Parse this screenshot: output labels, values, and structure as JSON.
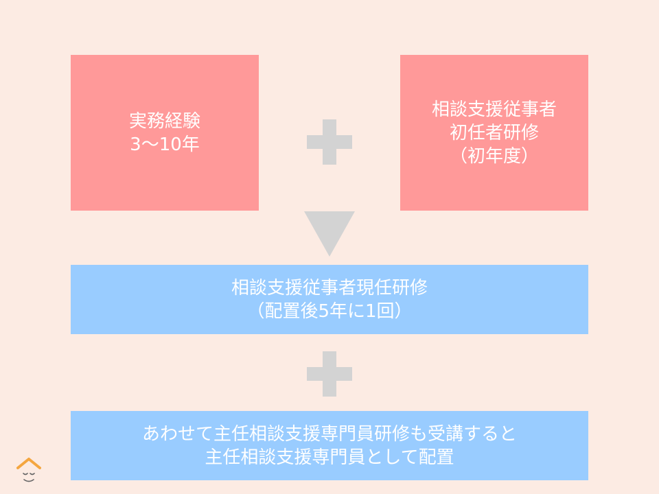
{
  "boxes": {
    "experience": {
      "lines": [
        "実務経験",
        "3～10年"
      ]
    },
    "initial_training": {
      "lines": [
        "相談支援従事者",
        "初任者研修",
        "（初年度）"
      ]
    },
    "current_training": {
      "lines": [
        "相談支援従事者現任研修",
        "（配置後5年に1回）"
      ]
    },
    "chief_specialist": {
      "lines": [
        "あわせて主任相談支援専門員研修も受講すると",
        "主任相談支援専門員として配置"
      ]
    }
  },
  "colors": {
    "background": "#fcebe3",
    "pink_box": "#ff9999",
    "blue_box": "#99ccff",
    "connector_gray": "#d3d3d3",
    "logo_orange": "#f4a640"
  },
  "icons": {
    "plus_1": "plus-icon",
    "plus_2": "plus-icon",
    "arrow": "arrow-down-icon",
    "logo": "mascot-logo"
  }
}
